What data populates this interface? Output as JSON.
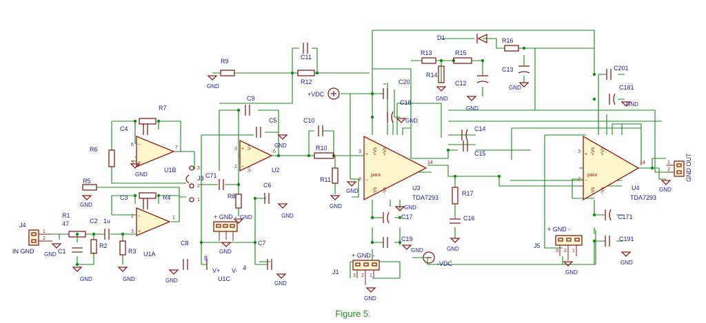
{
  "caption": "Figure 5.",
  "labels": {
    "R1": "R1",
    "R1v": "47",
    "R2": "R2",
    "R3": "R3",
    "R4": "R4",
    "R5": "R5",
    "R6": "R6",
    "R7": "R7",
    "R8": "R8",
    "R9": "R9",
    "R10": "R10",
    "R11": "R11",
    "R12": "R12",
    "R13": "R13",
    "R14": "R14",
    "R15": "R15",
    "R16": "R16",
    "R17": "R17",
    "C1": "C1",
    "C2": "C2",
    "C2v": "1u",
    "C3": "C3",
    "C4": "C4",
    "C5": "C5",
    "C6": "C6",
    "C7": "C7",
    "C8": "C8",
    "C9": "C9",
    "C10": "C10",
    "C11": "C11",
    "C12": "C12",
    "C13": "C13",
    "C14": "C14",
    "C15": "C15",
    "C16": "C16",
    "C17": "C17",
    "C18": "C18",
    "C19": "C19",
    "C20": "C20",
    "C71": "C71",
    "C171": "C171",
    "C181": "C181",
    "C191": "C191",
    "C201": "C201",
    "D1": "D1",
    "U1A": "U1A",
    "U1B": "U1B",
    "U1C": "U1C",
    "U2": "U2",
    "U3": "U3",
    "U4": "U4",
    "TDA3": "TDA7293",
    "TDA4": "TDA7293",
    "J1": "J1",
    "J3": "J3",
    "J4": "J4",
    "J5": "J5",
    "IN": "IN GND",
    "OUT": "GND OUT",
    "VDCp": "+VDC",
    "VDCm": "-VDC",
    "Vplus": "V+",
    "Vminus": "V-",
    "J1hdr": "+ GND -",
    "J5hdr": "+ GND -",
    "GND": "GND",
    "V4": "V+",
    "V4m": "V-",
    "para": "para",
    "Vs": "-Vs",
    "Vsp": "+Vs"
  }
}
